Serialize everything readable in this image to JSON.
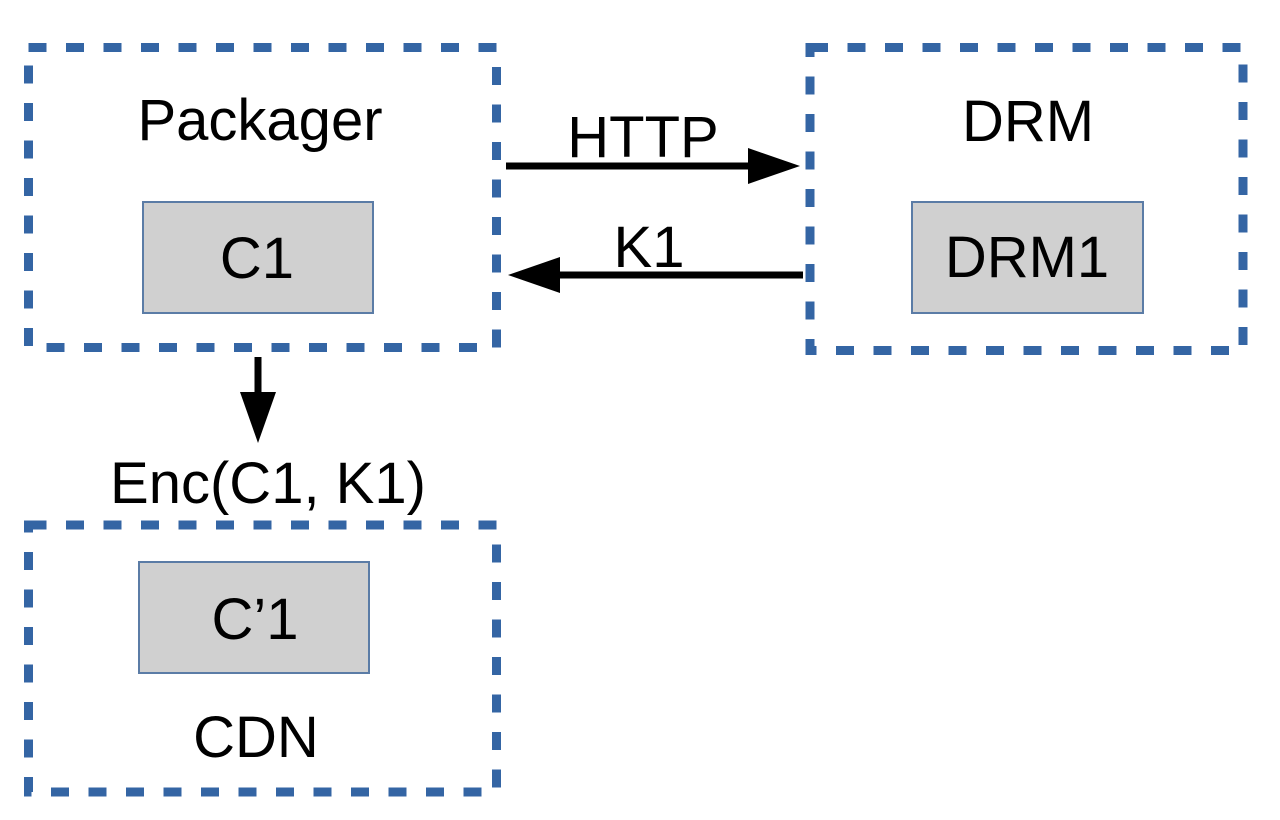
{
  "diagram": {
    "packager": {
      "title": "Packager",
      "chip_label": "C1"
    },
    "drm": {
      "title": "DRM",
      "chip_label": "DRM1"
    },
    "cdn": {
      "title": "CDN",
      "chip_label": "C’1"
    },
    "flows": {
      "http_label": "HTTP",
      "key_label": "K1",
      "enc_label": "Enc(C1, K1)"
    }
  },
  "colors": {
    "box_border": "#3465a4",
    "chip_fill": "#d0d0d0",
    "chip_border": "#5b7ca6",
    "arrow": "#000000",
    "text": "#000000",
    "background": "#ffffff"
  }
}
